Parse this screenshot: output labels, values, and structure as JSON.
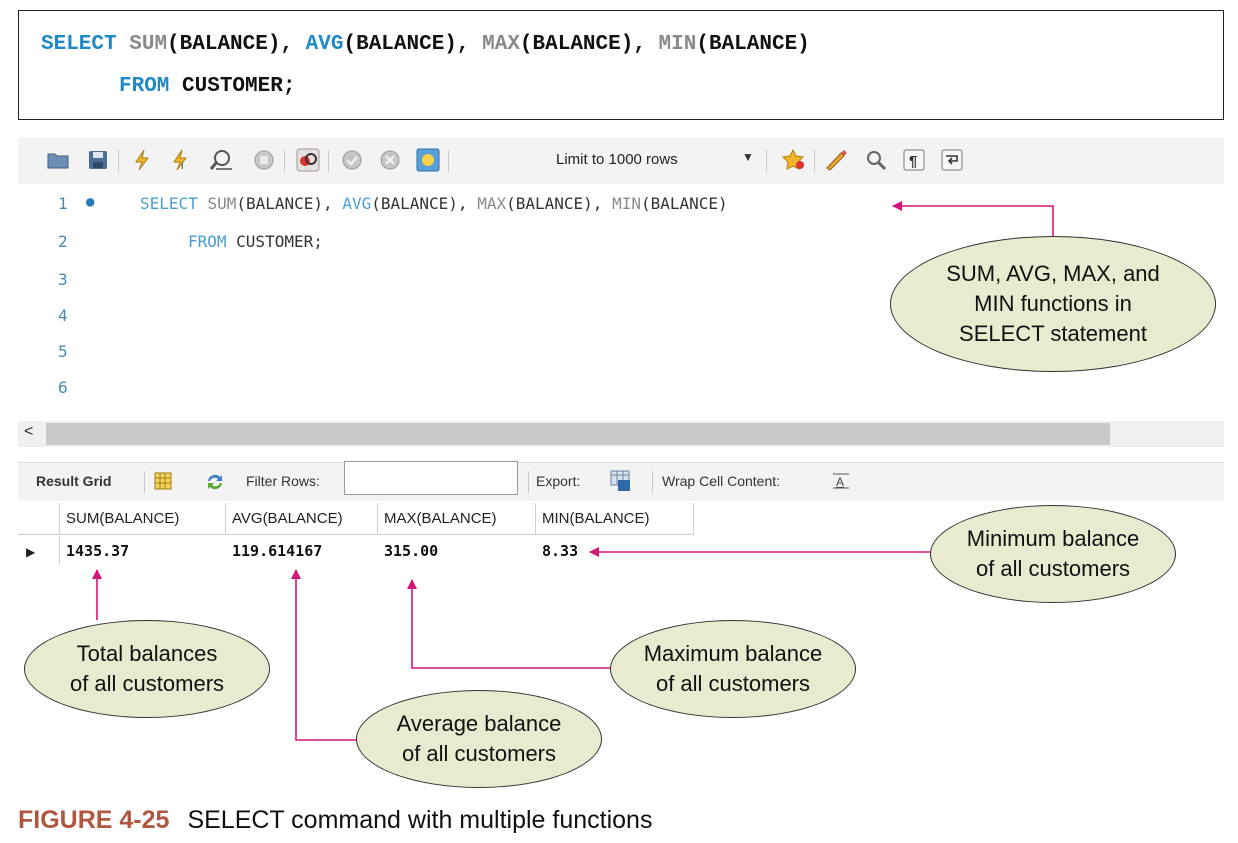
{
  "code_box": {
    "line1": {
      "select": "SELECT",
      "sum": "SUM",
      "p1": "(BALANCE), ",
      "avg": "AVG",
      "p2": "(BALANCE), ",
      "max": "MAX",
      "p3": "(BALANCE), ",
      "min": "MIN",
      "p4": "(BALANCE)"
    },
    "line2": {
      "from": "FROM",
      "rest": " CUSTOMER;"
    }
  },
  "toolbar": {
    "icons": [
      "folder-icon",
      "save-icon",
      "execute-icon",
      "execute-current-icon",
      "explain-icon",
      "stop-icon",
      "toggle-error-icon",
      "commit-icon",
      "rollback-icon",
      "autocommit-icon",
      "bookmark-icon",
      "beautify-icon",
      "find-icon",
      "invisible-chars-icon",
      "wrap-icon"
    ],
    "limit_label": "Limit to 1000 rows"
  },
  "editor": {
    "line_numbers": [
      "1",
      "2",
      "3",
      "4",
      "5",
      "6"
    ],
    "line1": {
      "select": "SELECT",
      "sum": "SUM",
      "p1": "(BALANCE), ",
      "avg": "AVG",
      "p2": "(BALANCE), ",
      "max": "MAX",
      "p3": "(BALANCE), ",
      "min": "MIN",
      "p4": "(BALANCE)"
    },
    "line2": {
      "from": "FROM",
      "rest": " CUSTOMER;"
    }
  },
  "result_toolbar": {
    "result_grid": "Result Grid",
    "filter_rows": "Filter Rows:",
    "export": "Export:",
    "wrap": "Wrap Cell Content:"
  },
  "grid": {
    "headers": [
      "SUM(BALANCE)",
      "AVG(BALANCE)",
      "MAX(BALANCE)",
      "MIN(BALANCE)"
    ],
    "row": [
      "1435.37",
      "119.614167",
      "315.00",
      "8.33"
    ]
  },
  "callouts": {
    "functions": "SUM, AVG, MAX, and\nMIN  functions in\nSELECT statement",
    "minimum": "Minimum balance\nof all customers",
    "total": "Total balances\nof all customers",
    "maximum": "Maximum balance\nof all customers",
    "average": "Average balance\nof all customers"
  },
  "caption": {
    "label": "FIGURE 4-25",
    "text": "SELECT command with multiple functions"
  },
  "colors": {
    "keyword_blue": "#1f88c6",
    "function_gray": "#8a8a8a",
    "arrow_magenta": "#d6157a",
    "callout_fill": "#e8ebcf",
    "figure_label": "#b0573f"
  }
}
